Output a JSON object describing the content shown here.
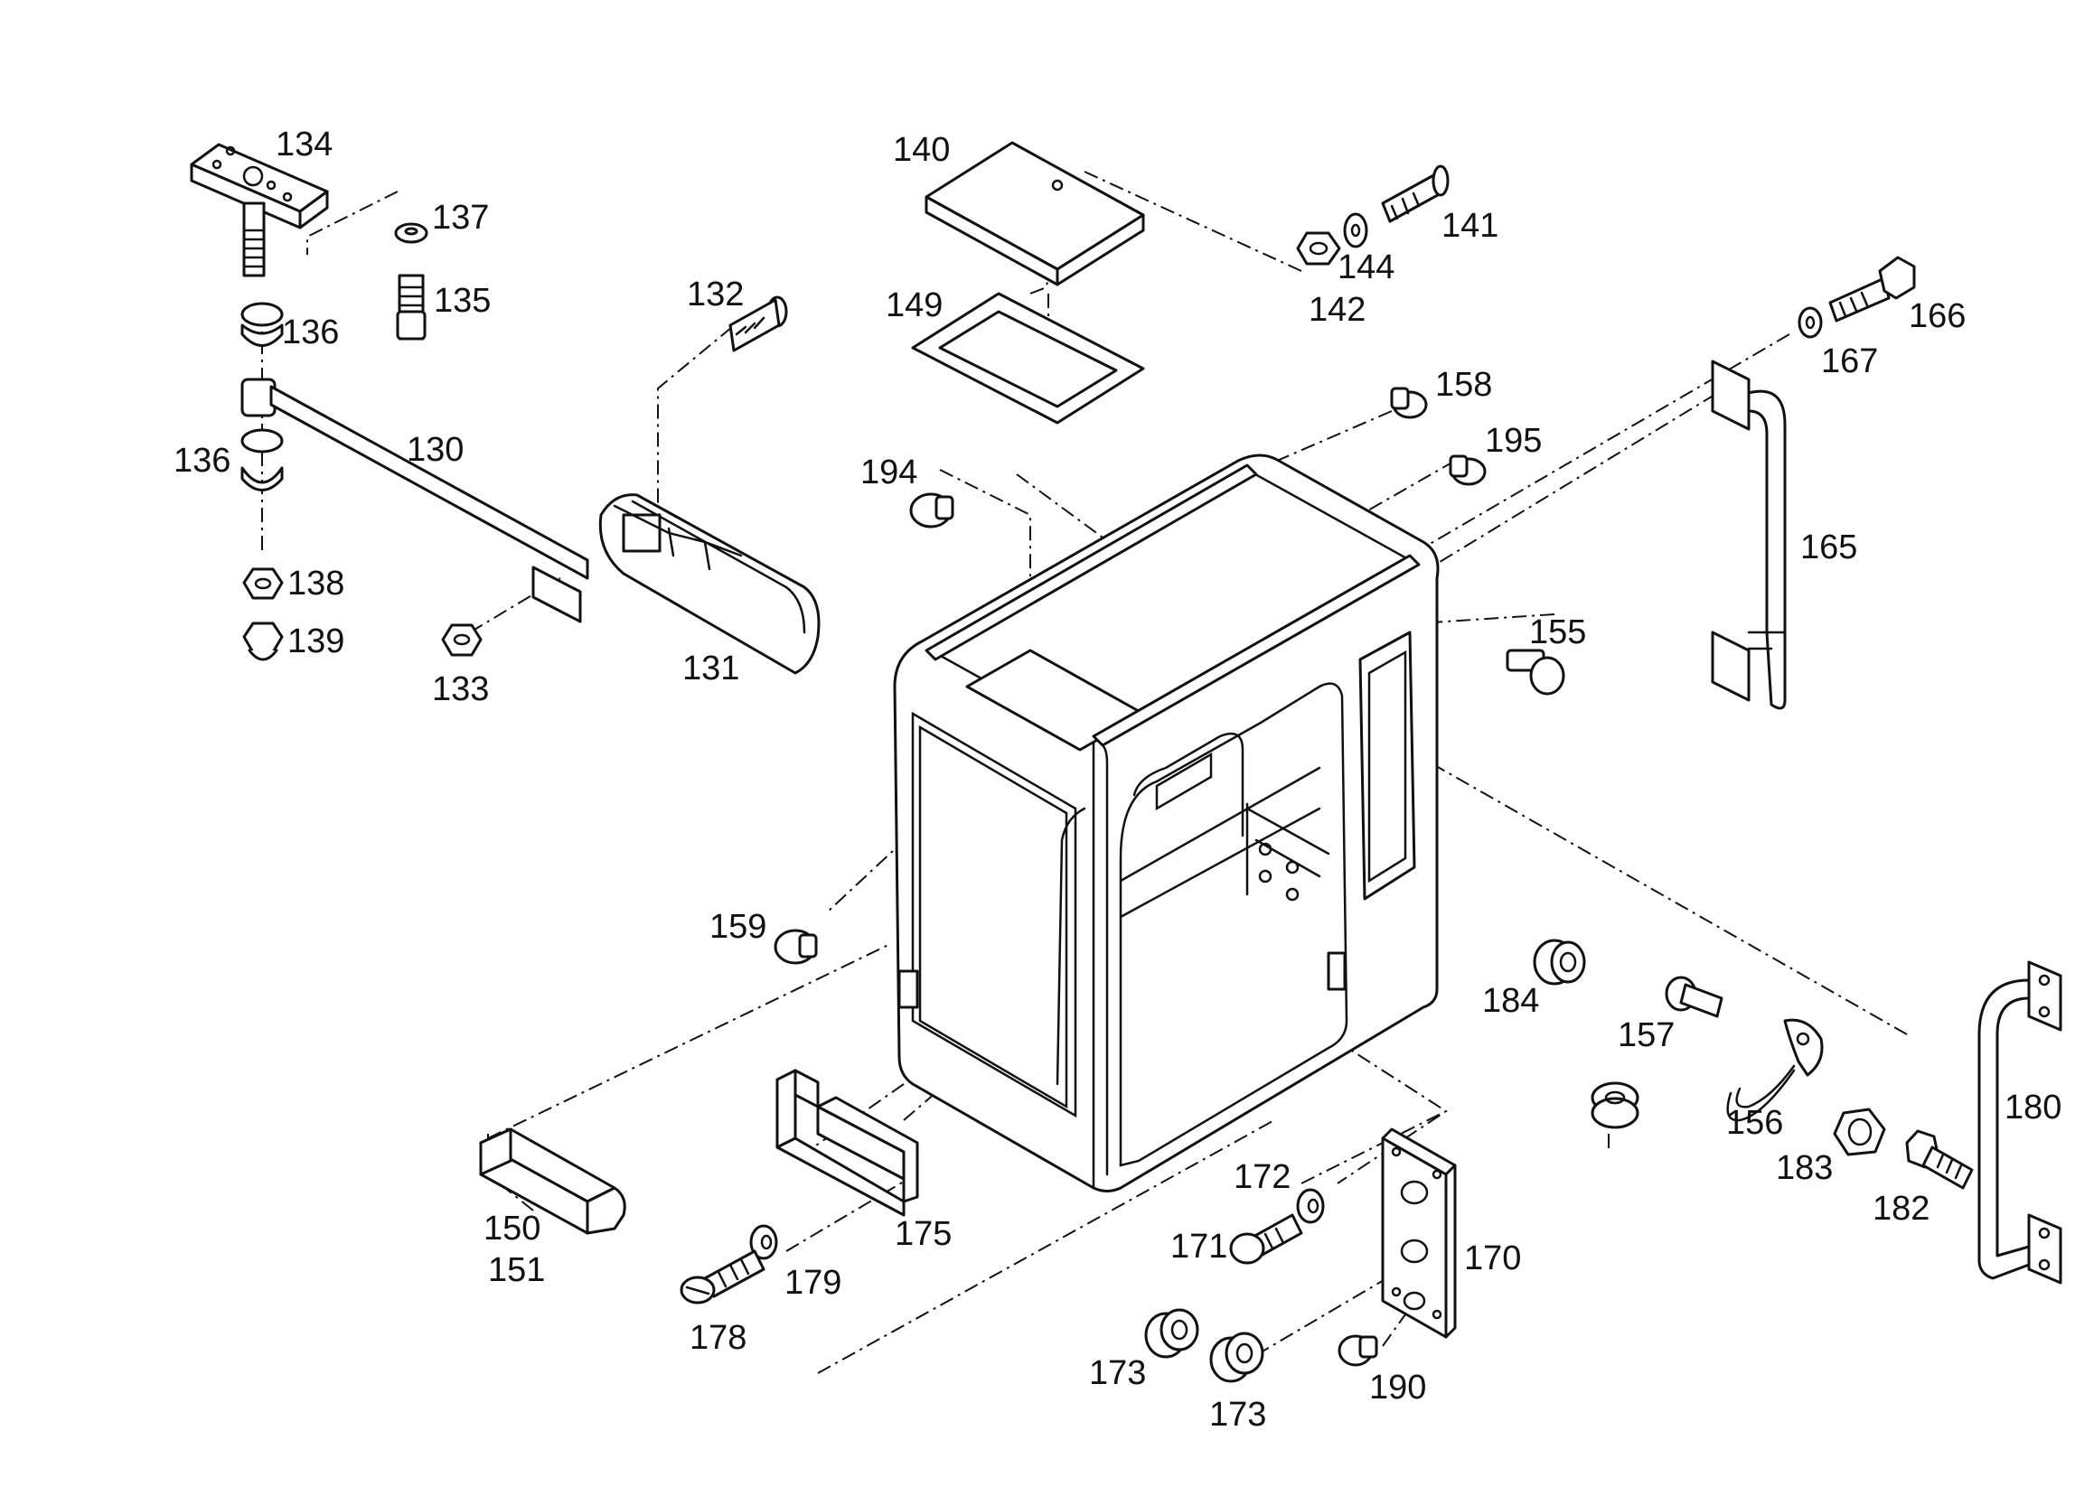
{
  "labels": {
    "p130": "130",
    "p131": "131",
    "p132": "132",
    "p133": "133",
    "p134": "134",
    "p135": "135",
    "p136a": "136",
    "p136b": "136",
    "p137": "137",
    "p138": "138",
    "p139": "139",
    "p140": "140",
    "p141": "141",
    "p142": "142",
    "p144": "144",
    "p149": "149",
    "p150": "150",
    "p151": "151",
    "p155": "155",
    "p156": "156",
    "p157": "157",
    "p158": "158",
    "p159": "159",
    "p165": "165",
    "p166": "166",
    "p167": "167",
    "p170": "170",
    "p171": "171",
    "p172": "172",
    "p173a": "173",
    "p173b": "173",
    "p175": "175",
    "p178": "178",
    "p179": "179",
    "p180": "180",
    "p182": "182",
    "p183": "183",
    "p184": "184",
    "p190": "190",
    "p194": "194",
    "p195": "195"
  },
  "colors": {
    "ink": "#111111",
    "paper": "#ffffff"
  }
}
